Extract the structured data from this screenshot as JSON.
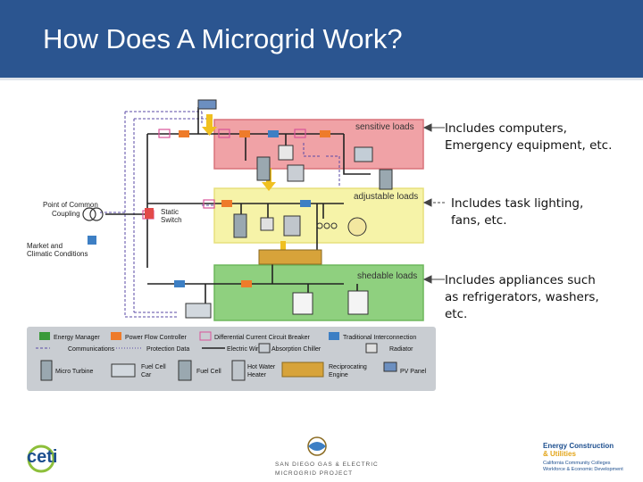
{
  "slide": {
    "title": "How Does A Microgrid Work?"
  },
  "diagram": {
    "bands": {
      "sensitive": "sensitive loads",
      "adjustable": "adjustable loads",
      "shedable": "shedable loads"
    },
    "left_labels": {
      "pcc": [
        "Point of Common",
        "Coupling"
      ],
      "static_switch": [
        "Static",
        "Switch"
      ],
      "market": [
        "Market and",
        "Climatic Conditions"
      ]
    },
    "legend": {
      "row1": [
        "Energy Manager",
        "Power Flow Controller",
        "Differential Current Circuit Breaker",
        "Traditional Interconnection"
      ],
      "row2": [
        "Communications",
        "Protection Data",
        "Electric Wires",
        "Absorption Chiller",
        "Radiator"
      ],
      "row3": [
        [
          "Micro Turbine"
        ],
        [
          "Fuel Cell",
          "Car"
        ],
        [
          "Fuel Cell"
        ],
        [
          "Hot Water",
          "Heater"
        ],
        [
          "Reciprocating",
          "Engine"
        ],
        [
          "PV Panel"
        ]
      ]
    },
    "colors": {
      "sensitive_band": "#f0a2a6",
      "adjustable_band": "#f6f3a8",
      "shedable_band": "#8fd07f",
      "energy_manager": "#3a9a3a",
      "power_flow_controller": "#ee7b2a",
      "traditional_interconnection": "#3d7fc4"
    }
  },
  "annotations": {
    "sensitive": [
      "Includes computers,",
      "Emergency equipment, etc."
    ],
    "adjustable": [
      "Includes task lighting,",
      "fans, etc."
    ],
    "shedable": [
      "Includes appliances such",
      "as refrigerators, washers,",
      "etc."
    ]
  },
  "footer": {
    "left_logo": "ceti",
    "center_logo": [
      "SAN DIEGO GAS & ELECTRIC",
      "MICROGRID PROJECT"
    ],
    "right_logo": {
      "line1": "Energy Construction",
      "line2": "& Utilities",
      "line3": "California Community Colleges",
      "line4": "Workforce & Economic Development"
    }
  }
}
